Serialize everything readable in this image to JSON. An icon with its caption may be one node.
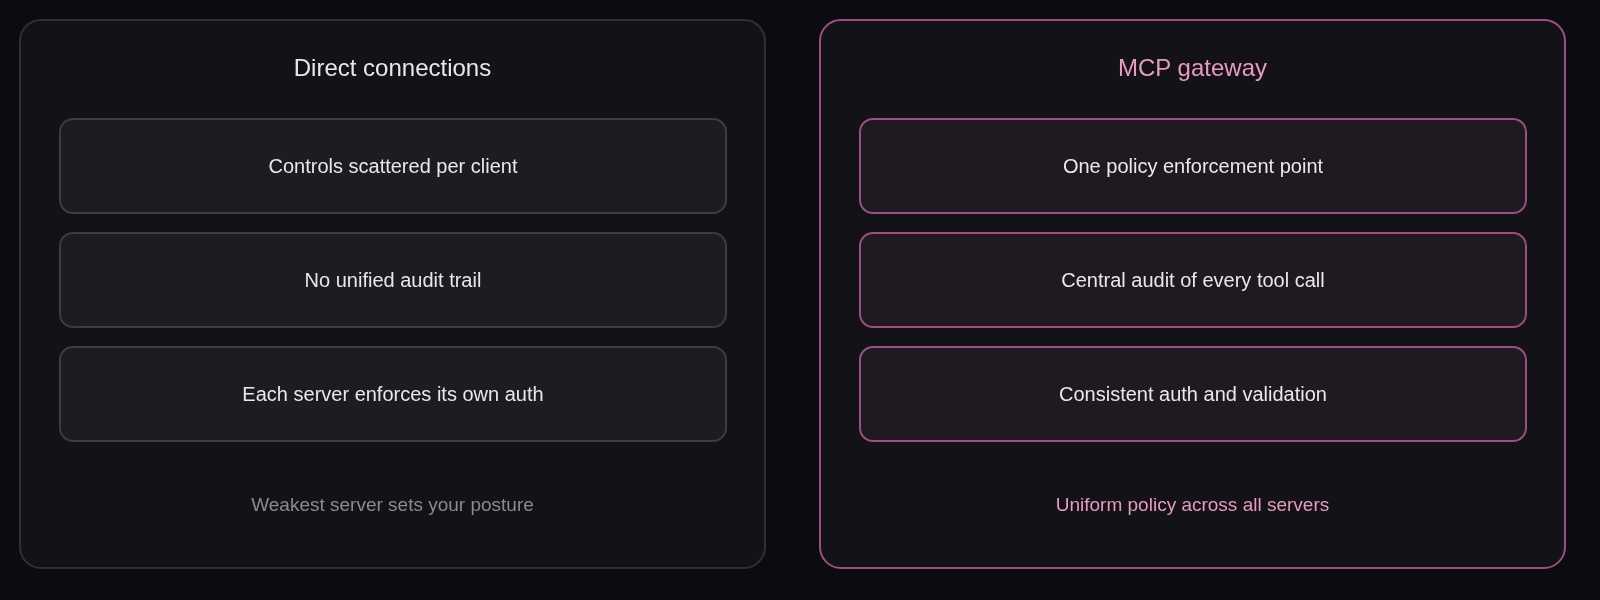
{
  "diagram": {
    "nodes": [
      {
        "text": [
          "Direct connections",
          "Weakest server sets your posture"
        ]
      },
      {
        "text": [
          "Controls scattered per client"
        ],
        "in": 0
      },
      {
        "text": [
          "No unified audit trail"
        ],
        "in": 0
      },
      {
        "text": [
          "Each server enforces its own auth"
        ],
        "in": 0
      },
      {
        "text": [
          "MCP gateway",
          "Uniform policy across all servers"
        ]
      },
      {
        "text": [
          "One policy enforcement point"
        ],
        "in": 4
      },
      {
        "text": [
          "Central audit of every tool call"
        ],
        "in": 4
      },
      {
        "text": [
          "Consistent auth and validation"
        ],
        "in": 4
      }
    ]
  }
}
